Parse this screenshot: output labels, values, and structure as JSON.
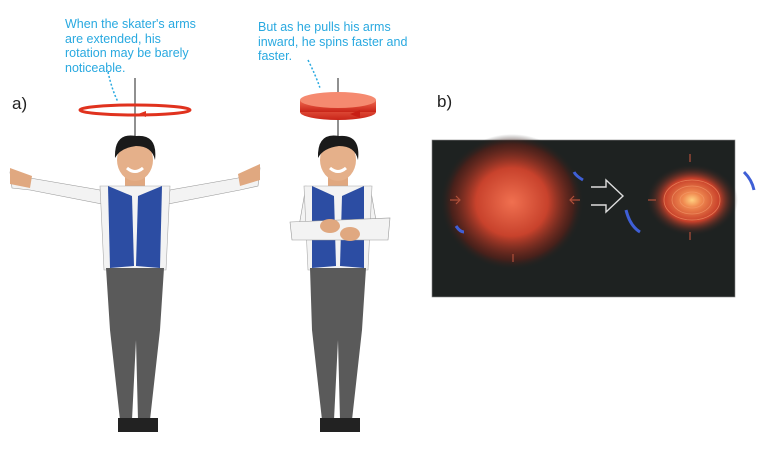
{
  "panel_a": {
    "label": "a)",
    "caption_extended": "When the skater's arms are extended, his rotation may be barely noticeable.",
    "caption_pulled": "But as he pulls his arms inward, he spins faster and faster."
  },
  "panel_b": {
    "label": "b)"
  },
  "colors": {
    "caption": "#29a9e0",
    "ring": "#e0321e",
    "vest": "#2c4da3",
    "pants": "#5a5a5a",
    "panel_bg": "#1e2221",
    "nebula": "#e5533a",
    "spin_arrow": "#3f5fd6"
  }
}
